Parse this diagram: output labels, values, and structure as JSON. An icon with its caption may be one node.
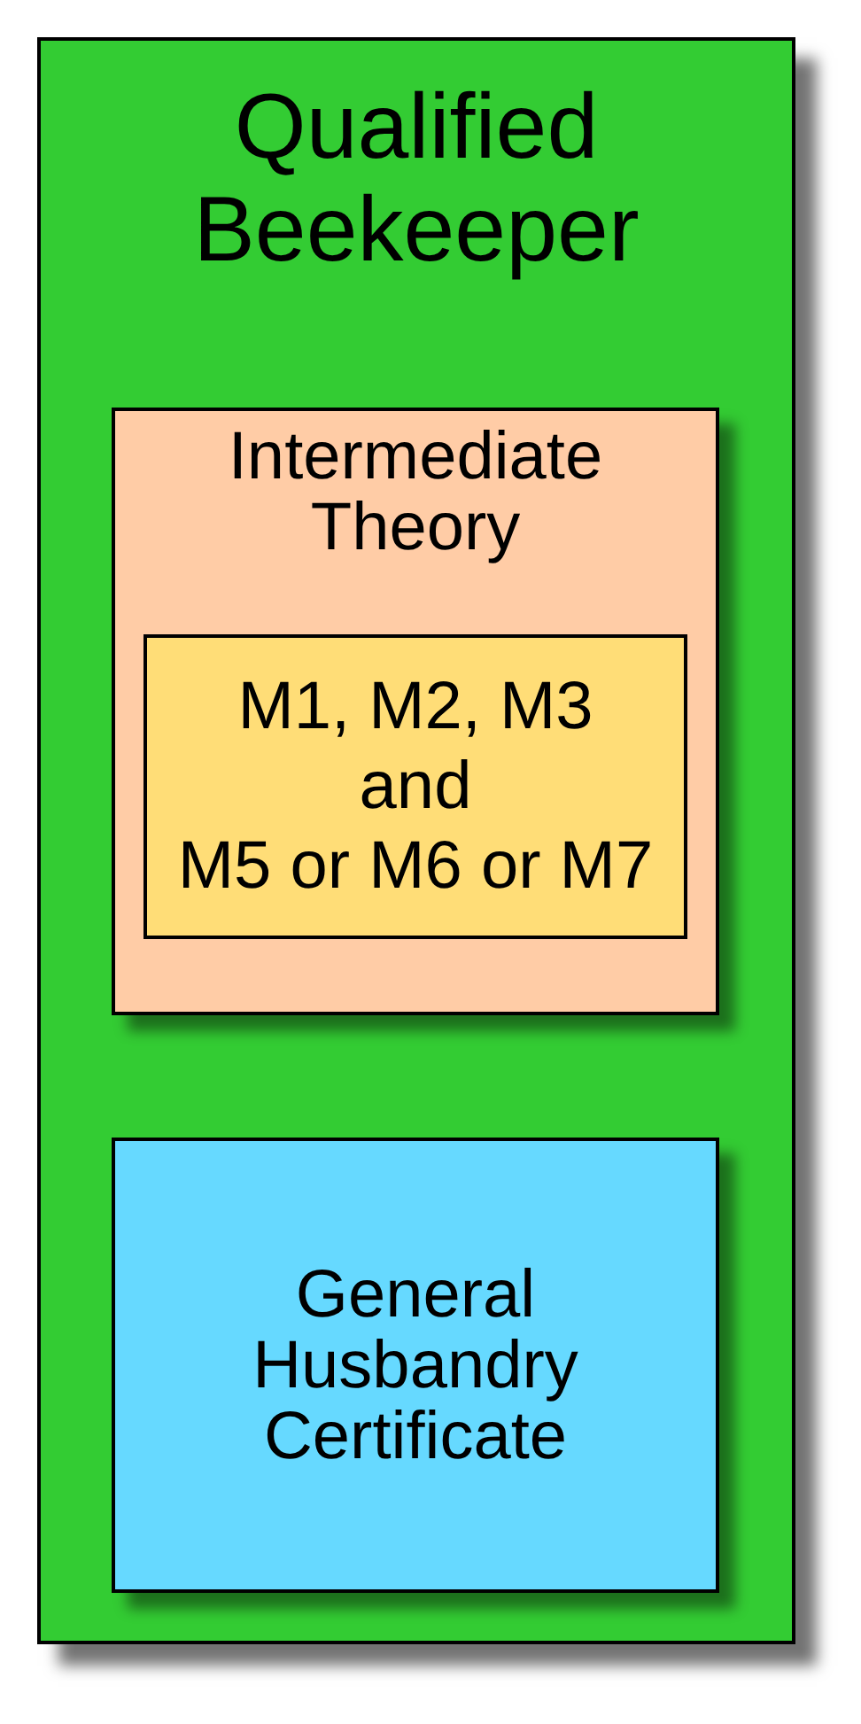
{
  "diagram": {
    "nodes": [
      {
        "text": [
          "Qualified Beekeeper"
        ]
      },
      {
        "text": [
          "Intermediate Theory"
        ],
        "in": 0
      },
      {
        "text": [
          "M1, M2, M3",
          "and",
          "M5 or M6 or M7"
        ],
        "in": 1
      },
      {
        "text": [
          "General Husbandry Certificate"
        ],
        "in": 0
      }
    ]
  }
}
